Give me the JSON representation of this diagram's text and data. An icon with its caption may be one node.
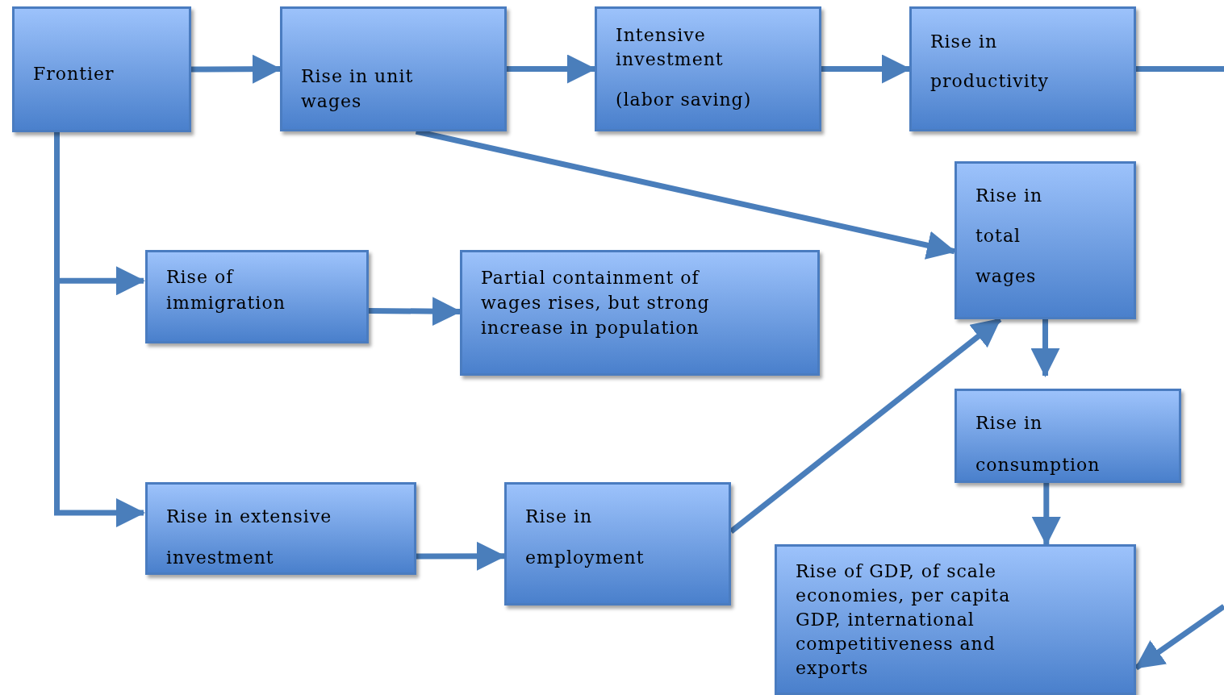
{
  "diagram": {
    "nodes": [
      {
        "text": [
          "Frontier"
        ]
      },
      {
        "text": [
          "Rise in unit wages"
        ]
      },
      {
        "text": [
          "Intensive investment",
          "(labor saving)"
        ]
      },
      {
        "text": [
          "Rise in productivity"
        ]
      },
      {
        "text": [
          "Rise in total wages"
        ]
      },
      {
        "text": [
          "Rise of immigration"
        ]
      },
      {
        "text": [
          "Partial containment of wages rises, but strong increase in population"
        ]
      },
      {
        "text": [
          "Rise in consumption"
        ]
      },
      {
        "text": [
          "Rise in extensive investment"
        ]
      },
      {
        "text": [
          "Rise in employment"
        ]
      },
      {
        "text": [
          "Rise of GDP, of scale economies, per capita GDP, international competitiveness and exports"
        ]
      }
    ],
    "edges": [
      {
        "from": 0,
        "to": 1,
        "arrow": "to"
      },
      {
        "from": 1,
        "to": 2,
        "arrow": "to"
      },
      {
        "from": 2,
        "to": 3,
        "arrow": "to"
      },
      {
        "from": 3,
        "to": null,
        "arrow": "none"
      },
      {
        "from": 1,
        "to": 4,
        "arrow": "to"
      },
      {
        "from": 0,
        "to": 5,
        "arrow": "to"
      },
      {
        "from": 0,
        "to": 8,
        "arrow": "to"
      },
      {
        "from": 5,
        "to": 6,
        "arrow": "to"
      },
      {
        "from": 8,
        "to": 9,
        "arrow": "to"
      },
      {
        "from": 9,
        "to": 4,
        "arrow": "to"
      },
      {
        "from": 4,
        "to": 7,
        "arrow": "to"
      },
      {
        "from": 7,
        "to": 10,
        "arrow": "to"
      },
      {
        "from": null,
        "to": 10,
        "arrow": "to"
      }
    ]
  }
}
